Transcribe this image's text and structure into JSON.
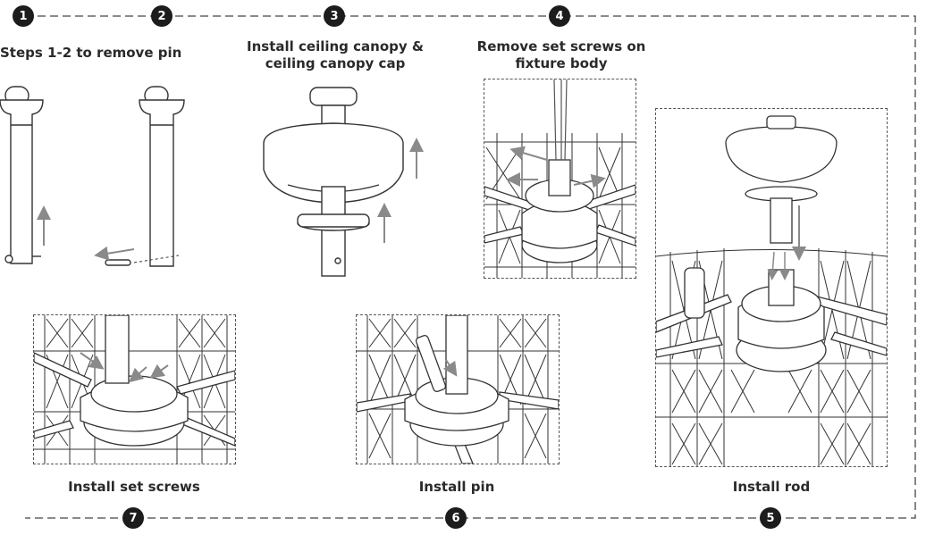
{
  "steps": [
    {
      "number": "1",
      "caption": "Steps 1-2 to remove pin"
    },
    {
      "number": "2",
      "caption": ""
    },
    {
      "number": "3",
      "caption_line1": "Install ceiling canopy &",
      "caption_line2": "ceiling canopy cap"
    },
    {
      "number": "4",
      "caption_line1": "Remove set screws on",
      "caption_line2": "fixture body"
    },
    {
      "number": "5",
      "caption": "Install rod"
    },
    {
      "number": "6",
      "caption": "Install pin"
    },
    {
      "number": "7",
      "caption": "Install set screws"
    }
  ],
  "colors": {
    "ink": "#2a2a2a",
    "badge": "#1c1c1c",
    "arrow": "#8a8a8a",
    "grid": "#333333"
  }
}
